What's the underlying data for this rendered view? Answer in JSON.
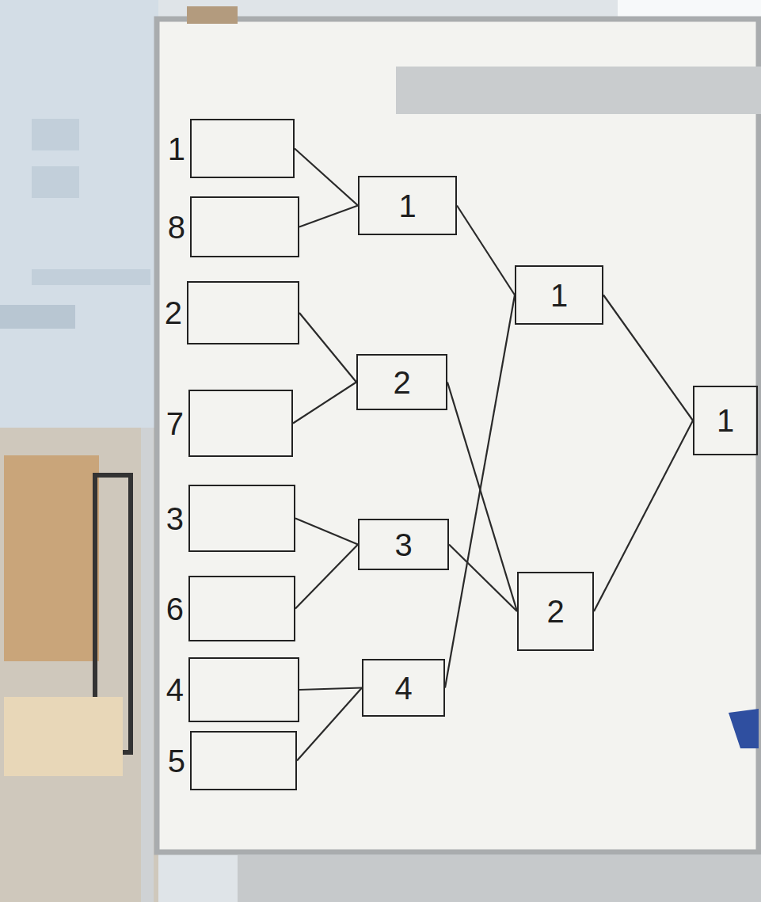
{
  "diagram": {
    "nodes": [
      {
        "text": [
          "1"
        ]
      },
      {
        "text": [
          "8"
        ]
      },
      {
        "text": [
          "2"
        ]
      },
      {
        "text": [
          "7"
        ]
      },
      {
        "text": [
          "3"
        ]
      },
      {
        "text": [
          "6"
        ]
      },
      {
        "text": [
          "4"
        ]
      },
      {
        "text": [
          "5"
        ]
      },
      {
        "text": [
          "1"
        ]
      },
      {
        "text": [
          "2"
        ]
      },
      {
        "text": [
          "3"
        ]
      },
      {
        "text": [
          "4"
        ]
      },
      {
        "text": [
          "1"
        ]
      },
      {
        "text": [
          "2"
        ]
      },
      {
        "text": [
          "1"
        ]
      }
    ],
    "edges": [
      {
        "from": 0,
        "to": 8,
        "arrow": "none"
      },
      {
        "from": 1,
        "to": 8,
        "arrow": "none"
      },
      {
        "from": 2,
        "to": 9,
        "arrow": "none"
      },
      {
        "from": 3,
        "to": 9,
        "arrow": "none"
      },
      {
        "from": 4,
        "to": 10,
        "arrow": "none"
      },
      {
        "from": 5,
        "to": 10,
        "arrow": "none"
      },
      {
        "from": 6,
        "to": 11,
        "arrow": "none"
      },
      {
        "from": 7,
        "to": 11,
        "arrow": "none"
      },
      {
        "from": 8,
        "to": 12,
        "arrow": "none"
      },
      {
        "from": 11,
        "to": 12,
        "arrow": "none"
      },
      {
        "from": 9,
        "to": 13,
        "arrow": "none"
      },
      {
        "from": 10,
        "to": 13,
        "arrow": "none"
      },
      {
        "from": 12,
        "to": 14,
        "arrow": "none"
      },
      {
        "from": 13,
        "to": 14,
        "arrow": "none"
      }
    ]
  }
}
